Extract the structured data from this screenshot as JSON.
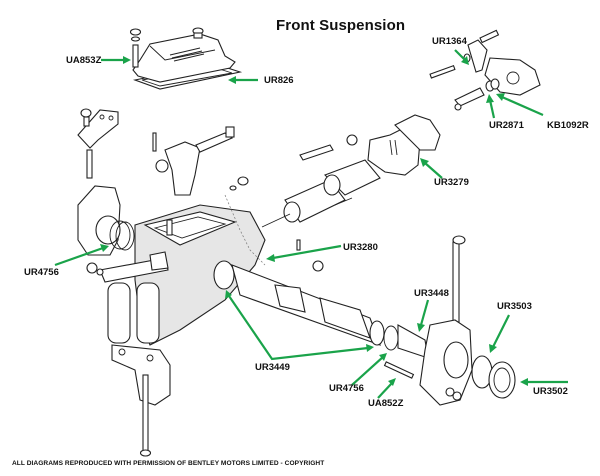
{
  "title": "Front Suspension",
  "footer": "ALL DIAGRAMS REPRODUCED WITH PERMISSION OF BENTLEY MOTORS LIMITED - COPYRIGHT",
  "arrow_color": "#1aa34a",
  "labels": {
    "ua853z": "UA853Z",
    "ur826": "UR826",
    "ur1364": "UR1364",
    "ur2871": "UR2871",
    "kb1092r": "KB1092R",
    "ur3279": "UR3279",
    "ur4756_left": "UR4756",
    "ur3280": "UR3280",
    "ur3448": "UR3448",
    "ur3503": "UR3503",
    "ur3449": "UR3449",
    "ur4756_lower": "UR4756",
    "ua852z": "UA852Z",
    "ur3502": "UR3502"
  }
}
